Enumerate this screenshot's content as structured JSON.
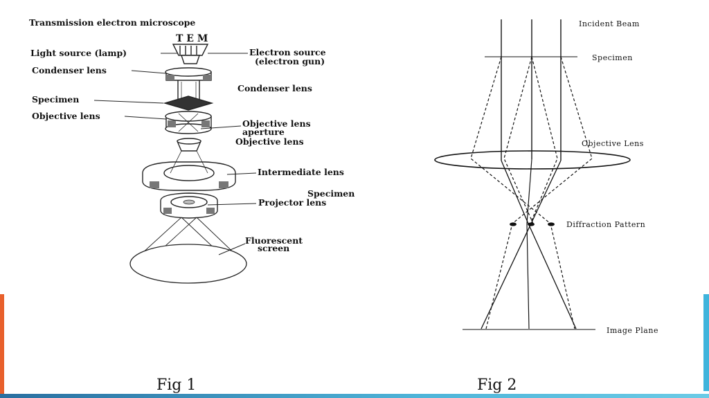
{
  "fig1": {
    "title": "Transmission electron microscope",
    "tem": "T E M",
    "light_source": "Light source (lamp)",
    "electron_source_1": "Electron source",
    "electron_source_2": "(electron gun)",
    "condenser_left": "Condenser lens",
    "condenser_right": "Condenser lens",
    "specimen_left": "Specimen",
    "objective_left": "Objective lens",
    "aperture_1": "Objective lens",
    "aperture_2": "aperture",
    "objective_right": "Objective lens",
    "intermediate": "Intermediate lens",
    "specimen_right": "Specimen",
    "projector": "Projector lens",
    "screen_1": "Fluorescent",
    "screen_2": "screen",
    "caption": "Fig 1"
  },
  "fig2": {
    "incident": "Incident Beam",
    "specimen": "Specimen",
    "objective": "Objective Lens",
    "diffraction": "Diffraction Pattern",
    "image_plane": "Image Plane",
    "caption": "Fig 2"
  },
  "colors": {
    "left_accent": "#e8602c",
    "right_accent": "#3fb4dc"
  }
}
